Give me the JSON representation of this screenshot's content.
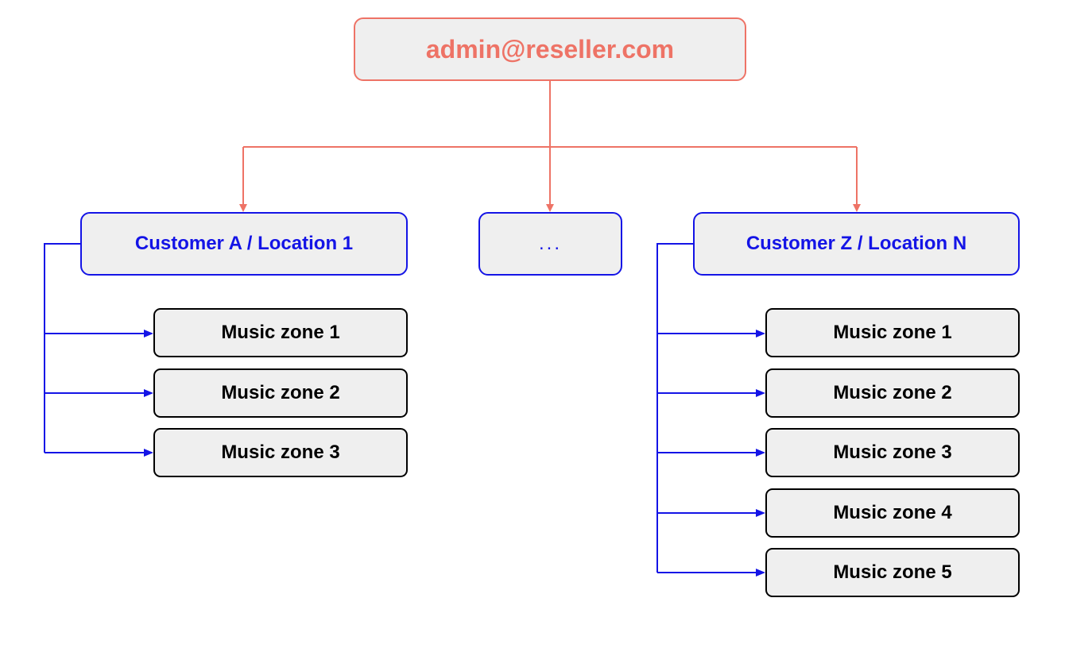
{
  "colors": {
    "admin": "#ee7366",
    "customer": "#1414e6",
    "zone": "#000000",
    "box_fill": "#efefef"
  },
  "root": {
    "label": "admin@reseller.com"
  },
  "customers": [
    {
      "label": "Customer A / Location 1",
      "zones": [
        "Music zone 1",
        "Music zone 2",
        "Music zone 3"
      ]
    },
    {
      "label": "...",
      "zones": []
    },
    {
      "label": "Customer Z / Location N",
      "zones": [
        "Music zone 1",
        "Music zone 2",
        "Music zone 3",
        "Music zone 4",
        "Music zone 5"
      ]
    }
  ]
}
